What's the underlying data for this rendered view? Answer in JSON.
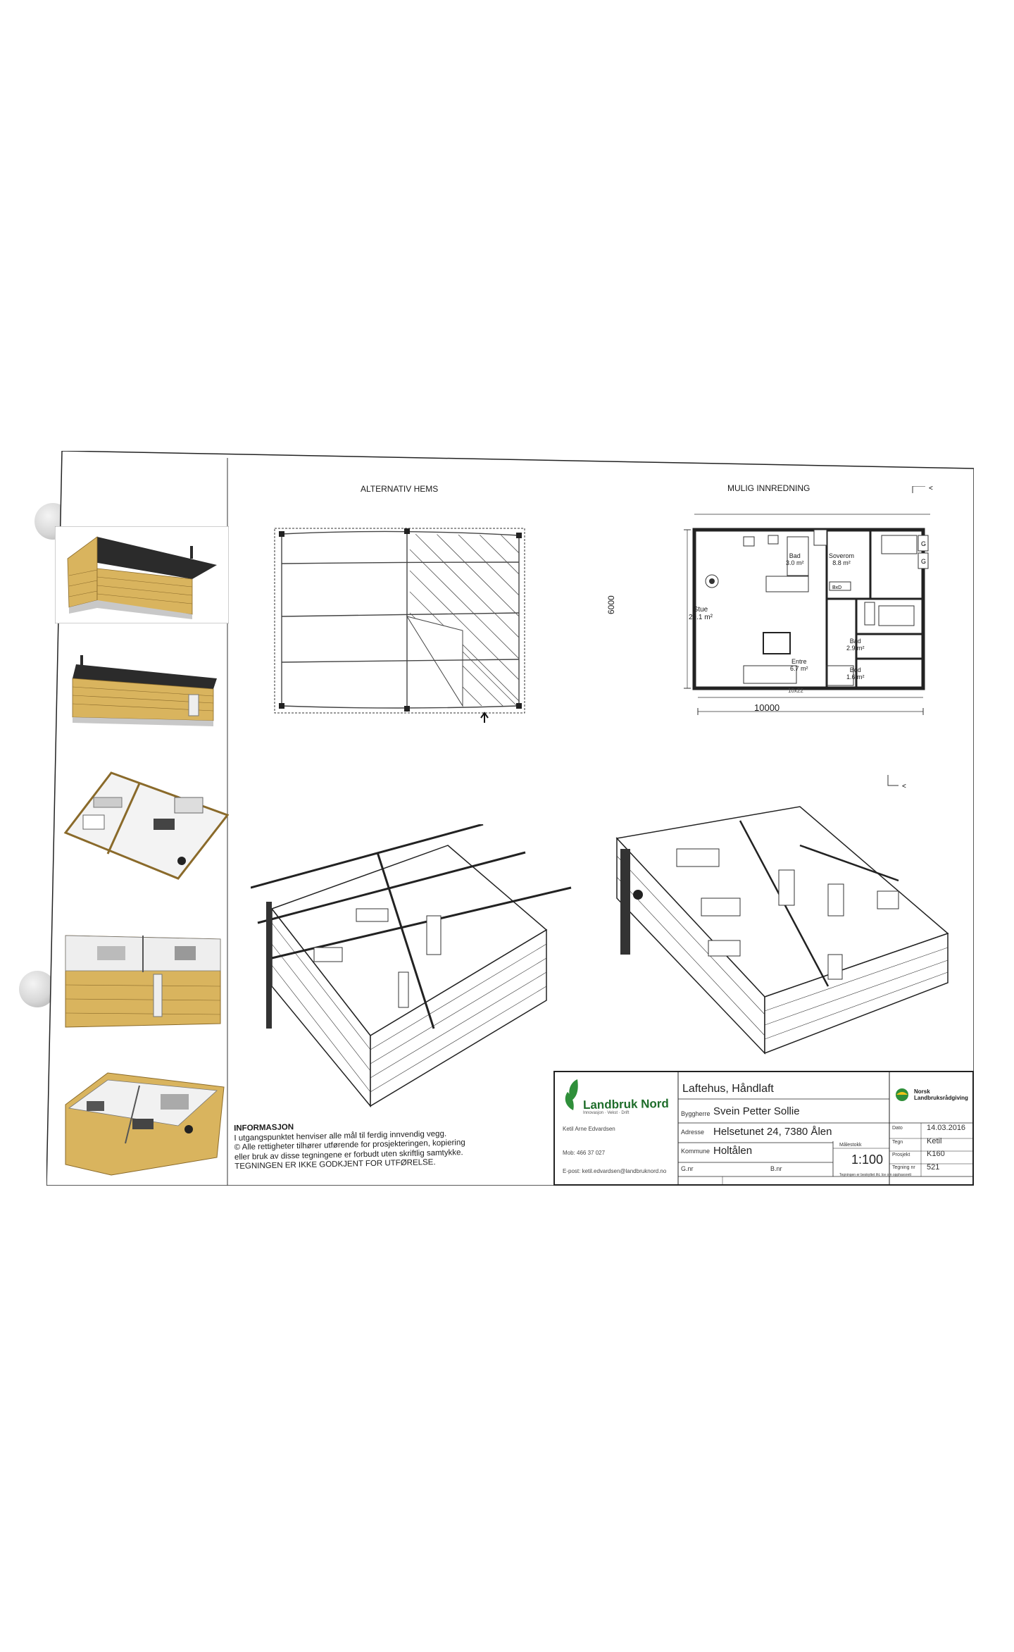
{
  "sheet": {
    "left_section_title": "ALTERNATIV HEMS",
    "right_section_title": "MULIG INNREDNING",
    "dimensions": {
      "height": "6000",
      "width": "10000",
      "door_size": "10x22"
    },
    "rooms": [
      {
        "name": "Stue",
        "area": "29.1 m²"
      },
      {
        "name": "Bad",
        "area": "3.0 m²"
      },
      {
        "name": "Soverom",
        "area": "8.8 m²"
      },
      {
        "name": "Bad",
        "area": "2.9 m²"
      },
      {
        "name": "Entre",
        "area": "6.7 m²"
      },
      {
        "name": "Bod",
        "area": "1.6 m²"
      }
    ],
    "info": {
      "heading": "INFORMASJON",
      "lines": [
        "I utgangspunktet henviser alle mål til ferdig innvendig vegg.",
        "© Alle rettigheter tilhører utførende for prosjekteringen, kopiering",
        "eller bruk av disse tegningene er forbudt uten skriftlig samtykke.",
        "TEGNINGEN ER IKKE GODKJENT FOR UTFØRELSE."
      ]
    }
  },
  "title_block": {
    "company": "Landbruk Nord",
    "company_tagline": "Innovasjon · Vekst · Drift",
    "contact_name": "Ketil Arne Edvardsen",
    "mobile_label": "Mob",
    "mobile": "466 37 027",
    "email_label": "E-post",
    "email": "ketil.edvardsen@landbruknord.no",
    "project_title": "Laftehus, Håndlaft",
    "builder_label": "Byggherre",
    "builder": "Svein Petter Sollie",
    "address_label": "Adresse",
    "address": "Helsetunet 24, 7380 Ålen",
    "municipality_label": "Kommune",
    "municipality": "Holtålen",
    "gnr_label": "G.nr",
    "bnr_label": "B.nr",
    "scale_label": "Målestokk",
    "scale": "1:100",
    "logo_right": "Norsk Landbruksrådgiving",
    "date_label": "Dato",
    "date": "14.03.2016",
    "drawn_label": "Tegn",
    "drawn_by": "Ketil",
    "project_label": "Prosjekt",
    "project_no": "K160",
    "drawing_label": "Tegning nr",
    "drawing_no": "521",
    "footer_note": "Tegningen er beskyttet iht. lov om opphavsrett"
  },
  "colors": {
    "log_wood": "#d9b45e",
    "roof": "#2b2b2b",
    "foundation": "#c8c8c8",
    "logo_green": "#2f8f3a"
  }
}
